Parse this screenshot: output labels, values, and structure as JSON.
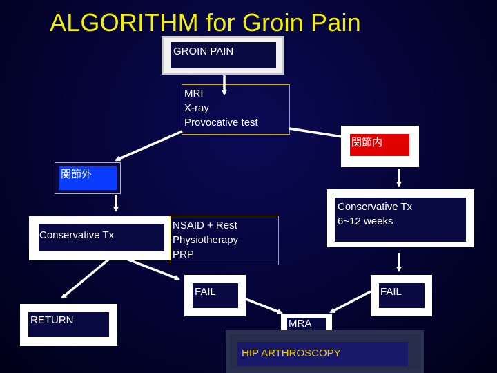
{
  "title": "ALGORITHM for Groin Pain",
  "nodes": {
    "groin_pain": "GROIN PAIN",
    "workup": [
      "MRI",
      "X-ray",
      "Provocative test"
    ],
    "extra_articular": "関節外",
    "intra_articular": "関節内",
    "conservative_left": "Conservative Tx",
    "conservative_left_detail": [
      "NSAID + Rest",
      "Physiotherapy",
      "PRP"
    ],
    "conservative_right": [
      "Conservative Tx",
      "6~12 weeks"
    ],
    "return": "RETURN",
    "fail_left": "FAIL",
    "fail_right": "FAIL",
    "mra": "MRA",
    "arthroscopy": "HIP ARTHROSCOPY"
  },
  "colors": {
    "title": "#f4f000",
    "extra_articular_fill": "#0a3cff",
    "intra_articular_fill": "#e00000",
    "arthroscopy_text": "#e8c800",
    "gold_border": "#c8a800"
  }
}
